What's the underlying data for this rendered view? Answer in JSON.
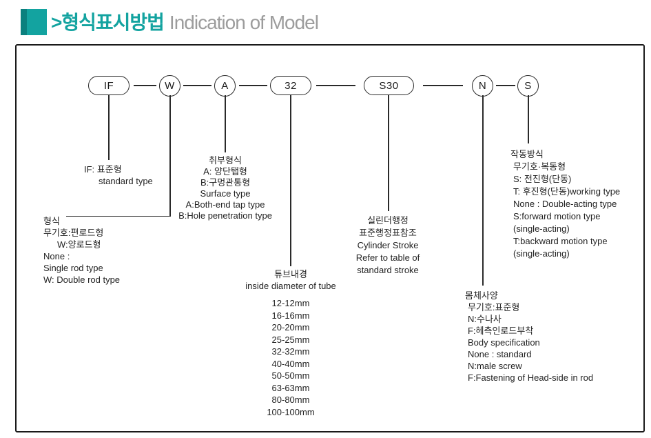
{
  "header": {
    "title_ko": ">형식표시방법",
    "title_en": "Indication of Model",
    "accent_color": "#13A3A0",
    "accent_dark_color": "#0B807E",
    "title_en_color": "#9C9C9C"
  },
  "diagram": {
    "nodes": [
      {
        "label": "IF"
      },
      {
        "label": "W"
      },
      {
        "label": "A"
      },
      {
        "label": "32"
      },
      {
        "label": "S30"
      },
      {
        "label": "N"
      },
      {
        "label": "S"
      }
    ],
    "blocks": {
      "standard": {
        "lines": [
          "IF: 표준형",
          "standard type"
        ]
      },
      "rod_type": {
        "lines": [
          "형식",
          "무기호:편로드형",
          "W:양로드형",
          "None :",
          "Single rod type",
          "W: Double rod type"
        ]
      },
      "mounting": {
        "lines": [
          "취부형식",
          "A: 양단탭형",
          "B:구멍관통형",
          "Surface type",
          "A:Both-end tap type",
          "B:Hole penetration type"
        ]
      },
      "tube": {
        "title": "튜브내경",
        "subtitle": "inside diameter of tube",
        "sizes": [
          "12-12mm",
          "16-16mm",
          "20-20mm",
          "25-25mm",
          "32-32mm",
          "40-40mm",
          "50-50mm",
          "63-63mm",
          "80-80mm",
          "100-100mm"
        ]
      },
      "stroke": {
        "lines": [
          "실린더행정",
          "표준행정표참조",
          "Cylinder Stroke",
          "Refer to table of",
          "standard stroke"
        ]
      },
      "body_spec": {
        "lines": [
          "몸체사양",
          "무기호:표준형",
          "N:수나사",
          "F:헤측인로드부착",
          "Body specification",
          "None : standard",
          "N:male screw",
          "F:Fastening of Head-side in rod"
        ]
      },
      "acting": {
        "lines": [
          "작동방식",
          "무기호·복동형",
          "S: 전진형(단동)",
          "T: 후진형(단동)working type",
          "None : Double-acting type",
          "S:forward motion type",
          "(single-acting)",
          "T:backward motion type",
          "(single-acting)"
        ]
      }
    }
  }
}
